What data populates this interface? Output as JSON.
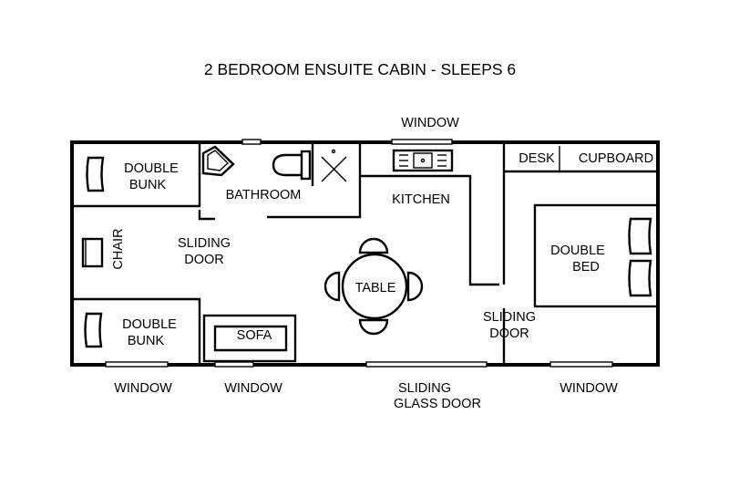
{
  "title": "2 BEDROOM ENSUITE CABIN - SLEEPS 6",
  "labels": {
    "window_top": "WINDOW",
    "desk": "DESK",
    "cupboard": "CUPBOARD",
    "bunk_top": [
      "DOUBLE",
      "BUNK"
    ],
    "bathroom": "BATHROOM",
    "kitchen": "KITCHEN",
    "chair": "CHAIR",
    "sliding_door_left": [
      "SLIDING",
      "DOOR"
    ],
    "double_bed": [
      "DOUBLE",
      "BED"
    ],
    "table": "TABLE",
    "sliding_door_right": [
      "SLIDING",
      "DOOR"
    ],
    "bunk_bottom": [
      "DOUBLE",
      "BUNK"
    ],
    "sofa": "SOFA",
    "window_bottom_1": "WINDOW",
    "window_bottom_2": "WINDOW",
    "sliding_glass_door": [
      "SLIDING",
      "GLASS DOOR"
    ],
    "window_bottom_3": "WINDOW"
  },
  "colors": {
    "lines": "#000000",
    "background": "#ffffff"
  }
}
